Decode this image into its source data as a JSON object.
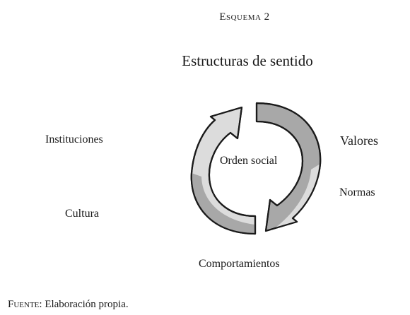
{
  "figure": {
    "label": "Esquema 2",
    "title": "Estructuras de sentido"
  },
  "diagram": {
    "center": "Orden social",
    "labels": {
      "instituciones": "Instituciones",
      "cultura": "Cultura",
      "valores": "Valores",
      "normas": "Normas",
      "comportamientos": "Comportamientos"
    },
    "colors": {
      "arrow_light": "#dcdcdc",
      "arrow_dark": "#a8a8a8",
      "outline": "#1a1a1a"
    }
  },
  "source": {
    "key": "Fuente:",
    "text": "Elaboración propia."
  }
}
